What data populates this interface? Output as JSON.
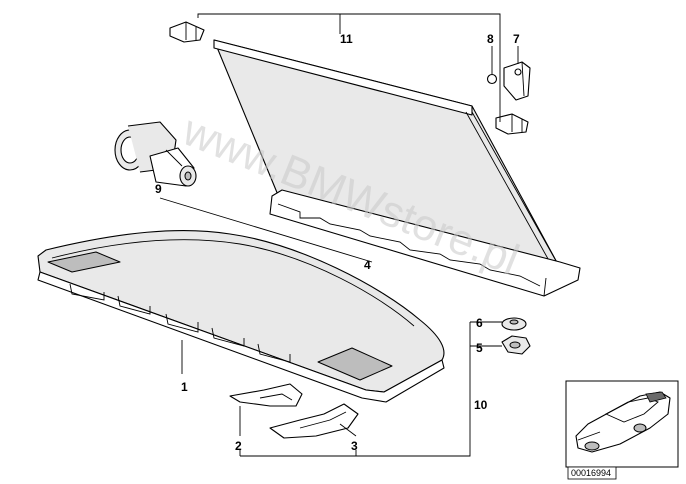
{
  "diagram": {
    "watermark": "www.BMWstore.pl",
    "part_number": "00016994",
    "callouts": [
      "1",
      "2",
      "3",
      "4",
      "5",
      "6",
      "7",
      "8",
      "9",
      "10",
      "11"
    ]
  }
}
